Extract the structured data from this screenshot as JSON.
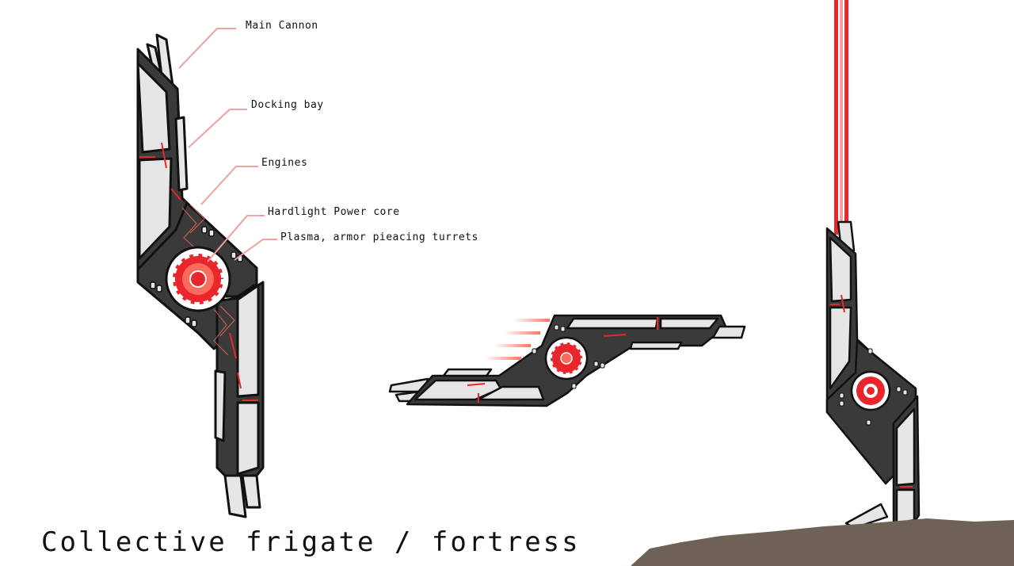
{
  "title": "Collective frigate / fortress",
  "callouts": {
    "main_cannon": "Main Cannon",
    "docking_bay": "Docking bay",
    "engines": "Engines",
    "power_core": "Hardlight Power core",
    "turrets": "Plasma, armor pieacing turrets"
  },
  "colors": {
    "hull_dark": "#3a3a3a",
    "outline": "#111111",
    "panel": "#e6e6e6",
    "accent_red": "#e8262c",
    "glow_red": "#ff6b5b",
    "leader": "#f2a0a0",
    "ground": "#6e6257"
  }
}
